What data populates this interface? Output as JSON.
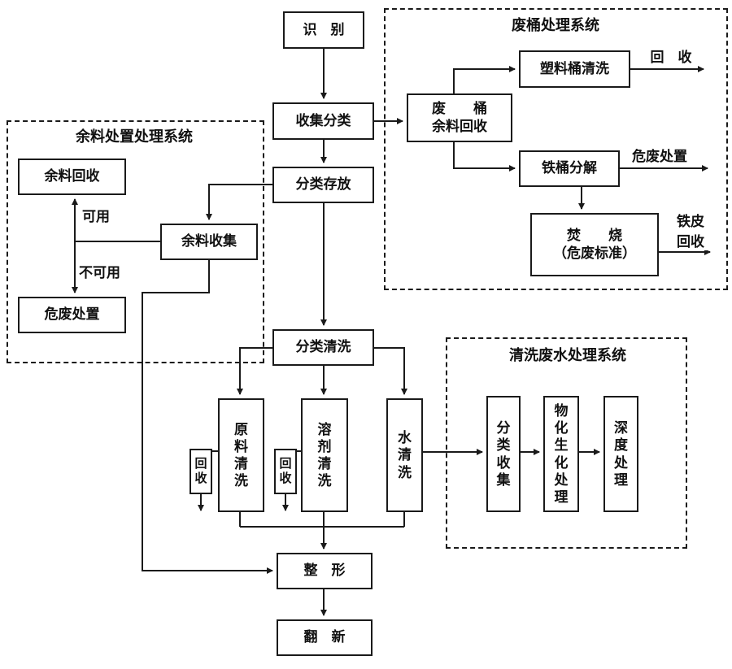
{
  "containers": {
    "residual": {
      "title": "余料处置处理系统"
    },
    "barrel": {
      "title": "废桶处理系统"
    },
    "wastewater": {
      "title": "清洗废水处理系统"
    }
  },
  "nodes": {
    "identify": "识　别",
    "collect_classify": "收集分类",
    "classified_storage": "分类存放",
    "classified_cleaning": "分类清洗",
    "reshape": "整　形",
    "renovate": "翻　新",
    "residual_recycle": "余料回收",
    "residual_collect": "余料收集",
    "hazardous_disposal": "危废处置",
    "barrel_residual_recycle": "废　　桶\n余料回收",
    "plastic_barrel_cleaning": "塑料桶清洗",
    "iron_barrel_disassembly": "铁桶分解",
    "incineration": "焚　　烧\n（危废标准）",
    "raw_material_cleaning": "原\n料\n清\n洗",
    "solvent_cleaning": "溶\n剂\n清\n洗",
    "water_cleaning": "水\n清\n洗",
    "classified_collection": "分\n类\n收\n集",
    "biochemical_treatment": "物\n化\n生\n化\n处\n理",
    "advanced_treatment": "深\n度\n处\n理"
  },
  "labels": {
    "usable": "可用",
    "unusable": "不可用",
    "recycle_raw": "回\n收",
    "recycle_solvent": "回\n收",
    "recycle_plastic": "回　收",
    "hazardous_out": "危废处置",
    "iron_sheet_recycle": "铁皮\n回收"
  }
}
